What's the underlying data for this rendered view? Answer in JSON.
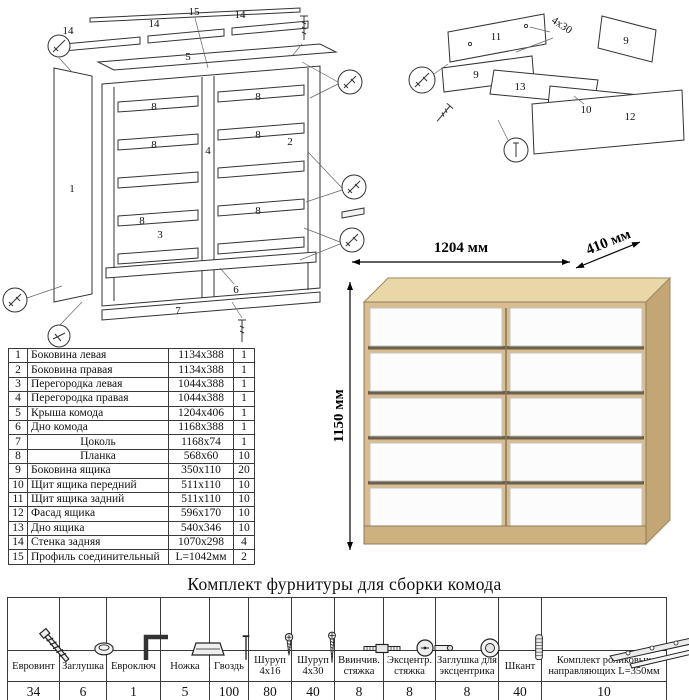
{
  "colors": {
    "wood_front": "#d9bd8e",
    "wood_top": "#ead7a8",
    "wood_side": "#c3a673",
    "drawer_front": "#fcfcfc",
    "gap_shadow": "#6a604e"
  },
  "exploded_chest": {
    "l15": "15",
    "l14a": "14",
    "l14b": "14",
    "l14c": "14",
    "l5": "5",
    "l8a": "8",
    "l8b": "8",
    "l8c": "8",
    "l8d": "8",
    "l8e": "8",
    "l8f": "8",
    "l1": "1",
    "l2": "2",
    "l3": "3",
    "l4": "4",
    "l6": "6",
    "l7": "7"
  },
  "exploded_drawer": {
    "l11": "11",
    "l9a": "9",
    "l9b": "9",
    "l13": "13",
    "l10": "10",
    "l12": "12",
    "screw_note": "4x30"
  },
  "product": {
    "width_label": "1204 мм",
    "depth_label": "410 мм",
    "height_label": "1150 мм"
  },
  "parts_table": {
    "rows": [
      {
        "n": "1",
        "name": "Боковина левая",
        "size": "1134x388",
        "qty": "1"
      },
      {
        "n": "2",
        "name": "Боковина правая",
        "size": "1134x388",
        "qty": "1"
      },
      {
        "n": "3",
        "name": "Перегородка левая",
        "size": "1044x388",
        "qty": "1"
      },
      {
        "n": "4",
        "name": "Перегородка правая",
        "size": "1044x388",
        "qty": "1"
      },
      {
        "n": "5",
        "name": "Крыша комода",
        "size": "1204x406",
        "qty": "1"
      },
      {
        "n": "6",
        "name": "Дно комода",
        "size": "1168x388",
        "qty": "1"
      },
      {
        "n": "7",
        "name": "Цоколь",
        "size": "1168x74",
        "qty": "1"
      },
      {
        "n": "8",
        "name": "Планка",
        "size": "568x60",
        "qty": "10"
      },
      {
        "n": "9",
        "name": "Боковина ящика",
        "size": "350x110",
        "qty": "20"
      },
      {
        "n": "10",
        "name": "Щит ящика передний",
        "size": "511x110",
        "qty": "10"
      },
      {
        "n": "11",
        "name": "Щит ящика задний",
        "size": "511x110",
        "qty": "10"
      },
      {
        "n": "12",
        "name": "Фасад ящика",
        "size": "596x170",
        "qty": "10"
      },
      {
        "n": "13",
        "name": "Дно ящика",
        "size": "540x346",
        "qty": "10"
      },
      {
        "n": "14",
        "name": "Стенка задняя",
        "size": "1070x298",
        "qty": "4"
      },
      {
        "n": "15",
        "name": "Профиль соединительный",
        "size": "L=1042мм",
        "qty": "2"
      }
    ]
  },
  "hardware": {
    "title": "Комплект фурнитуры для сборки комода",
    "items": [
      {
        "name": "Евровинт",
        "qty": "34"
      },
      {
        "name": "Заглушка",
        "qty": "6"
      },
      {
        "name": "Евроключ",
        "qty": "1"
      },
      {
        "name": "Ножка",
        "qty": "5"
      },
      {
        "name": "Гвоздь",
        "qty": "100"
      },
      {
        "name": "Шуруп 4x16",
        "qty": "80"
      },
      {
        "name": "Шуруп 4x30",
        "qty": "40"
      },
      {
        "name": "Ввинчив. стяжка",
        "qty": "8"
      },
      {
        "name": "Эксцентр. стяжка",
        "qty": "8"
      },
      {
        "name": "Заглушка для эксцентрика",
        "qty": "8"
      },
      {
        "name": "Шкант",
        "qty": "40"
      },
      {
        "name": "Комплект роликовых направляющих L=350мм",
        "qty": "10"
      }
    ]
  }
}
